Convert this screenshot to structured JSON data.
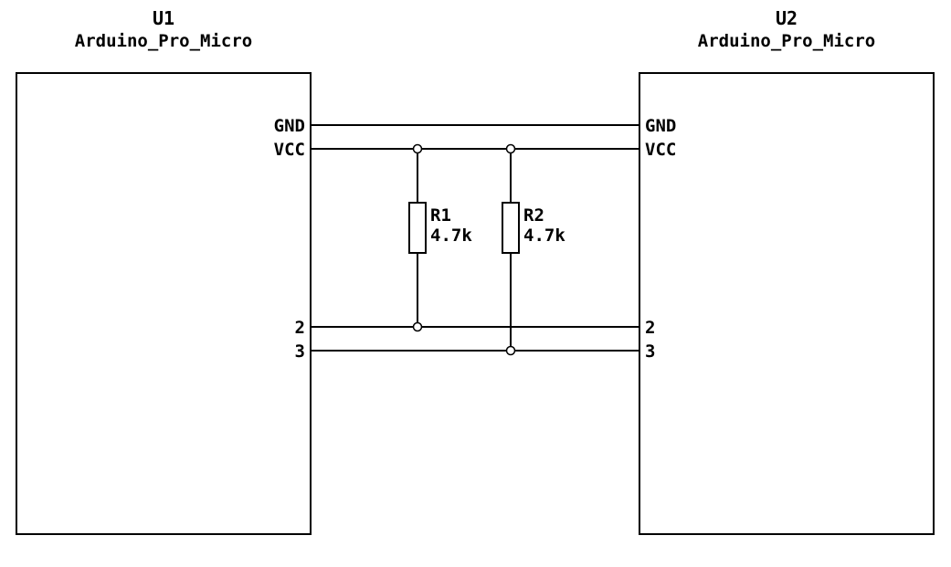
{
  "schematic": {
    "components": {
      "u1": {
        "ref": "U1",
        "value": "Arduino_Pro_Micro",
        "pins": {
          "gnd": "GND",
          "vcc": "VCC",
          "p2": "2",
          "p3": "3"
        }
      },
      "u2": {
        "ref": "U2",
        "value": "Arduino_Pro_Micro",
        "pins": {
          "gnd": "GND",
          "vcc": "VCC",
          "p2": "2",
          "p3": "3"
        }
      },
      "r1": {
        "ref": "R1",
        "value": "4.7k"
      },
      "r2": {
        "ref": "R2",
        "value": "4.7k"
      }
    },
    "colors": {
      "background": "#ffffff",
      "stroke": "#000000"
    }
  }
}
